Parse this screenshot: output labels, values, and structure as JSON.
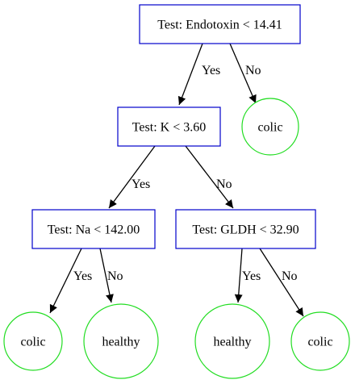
{
  "colors": {
    "test_border": "#0000cc",
    "leaf_border": "#22dd22",
    "edge": "#000000",
    "background": "#ffffff"
  },
  "tree": {
    "root": {
      "label": "Test: Endotoxin < 14.41",
      "yes_label": "Yes",
      "no_label": "No",
      "no_leaf": "colic",
      "yes_child": {
        "label": "Test: K < 3.60",
        "yes_label": "Yes",
        "no_label": "No",
        "yes_child": {
          "label": "Test: Na < 142.00",
          "yes_label": "Yes",
          "no_label": "No",
          "yes_leaf": "colic",
          "no_leaf": "healthy"
        },
        "no_child": {
          "label": "Test: GLDH < 32.90",
          "yes_label": "Yes",
          "no_label": "No",
          "yes_leaf": "healthy",
          "no_leaf": "colic"
        }
      }
    }
  }
}
